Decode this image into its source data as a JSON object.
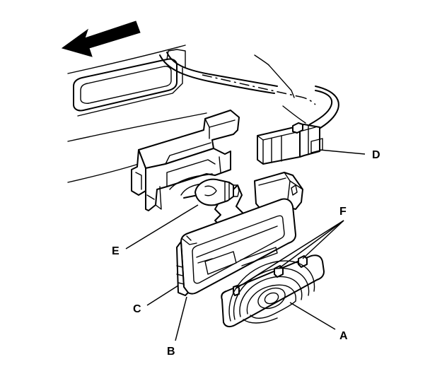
{
  "callouts": {
    "a": "A",
    "b": "B",
    "c": "C",
    "d": "D",
    "e": "E",
    "f": "F"
  },
  "icons": {
    "direction_arrow": "direction-arrow-icon"
  }
}
